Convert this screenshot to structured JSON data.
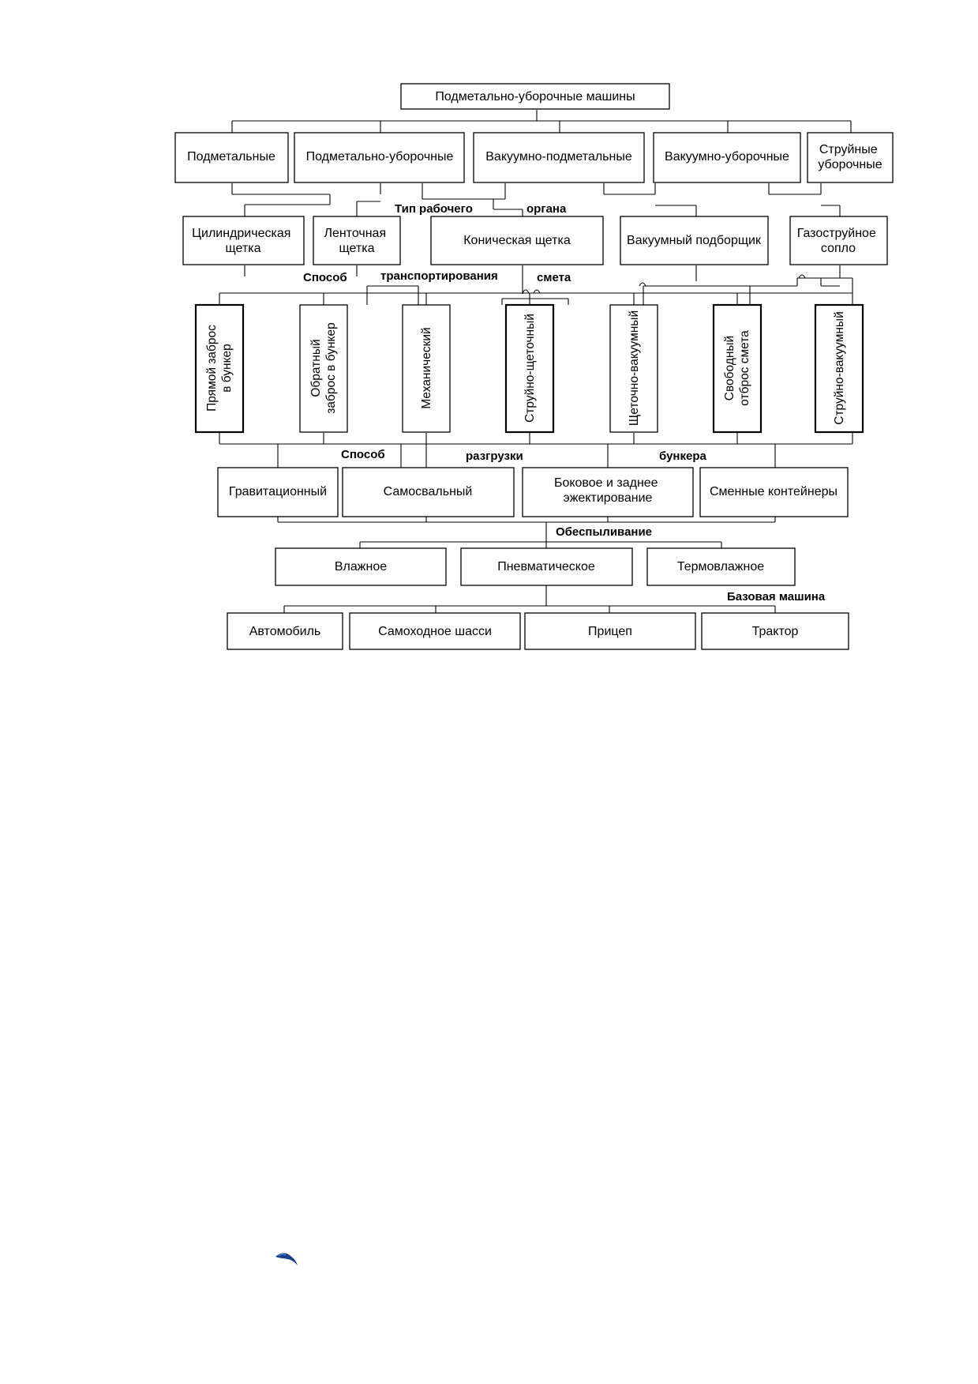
{
  "title": "Подметально-уборочные машины",
  "machine_types": [
    "Подметальные",
    "Подметально-уборочные",
    "Вакуумно-подметальные",
    "Вакуумно-уборочные",
    "Струйные уборочные"
  ],
  "working_organ": {
    "header": [
      "Тип рабочего",
      "органа"
    ],
    "items": [
      "Цилиндрическая щетка",
      "Ленточная щетка",
      "Коническая щетка",
      "Вакуумный подборщик",
      "Газоструйное сопло"
    ]
  },
  "transport": {
    "header": [
      "Способ",
      "транспортирования",
      "смета"
    ],
    "items": [
      "Прямой заброс в бункер",
      "Обратный заброс в бункер",
      "Механический",
      "Струйно-щеточный",
      "Щеточно-вакуумный",
      "Свободный отброс смета",
      "Струйно-вакуумный"
    ]
  },
  "unloading": {
    "header": [
      "Способ",
      "разгрузки",
      "бункера"
    ],
    "items": [
      "Гравитационный",
      "Самосвальный",
      "Боковое и заднее эжектирование",
      "Сменные контейнеры"
    ]
  },
  "dedusting": {
    "header": "Обеспыливание",
    "items": [
      "Влажное",
      "Пневматическое",
      "Термовлажное"
    ]
  },
  "base_machine": {
    "header": "Базовая машина",
    "items": [
      "Автомобиль",
      "Самоходное шасси",
      "Прицеп",
      "Трактор"
    ]
  },
  "colors": {
    "ink": "#000000",
    "paper": "#ffffff",
    "logo": "#1d3f8a"
  },
  "icons": [
    "bird-logo-icon"
  ]
}
